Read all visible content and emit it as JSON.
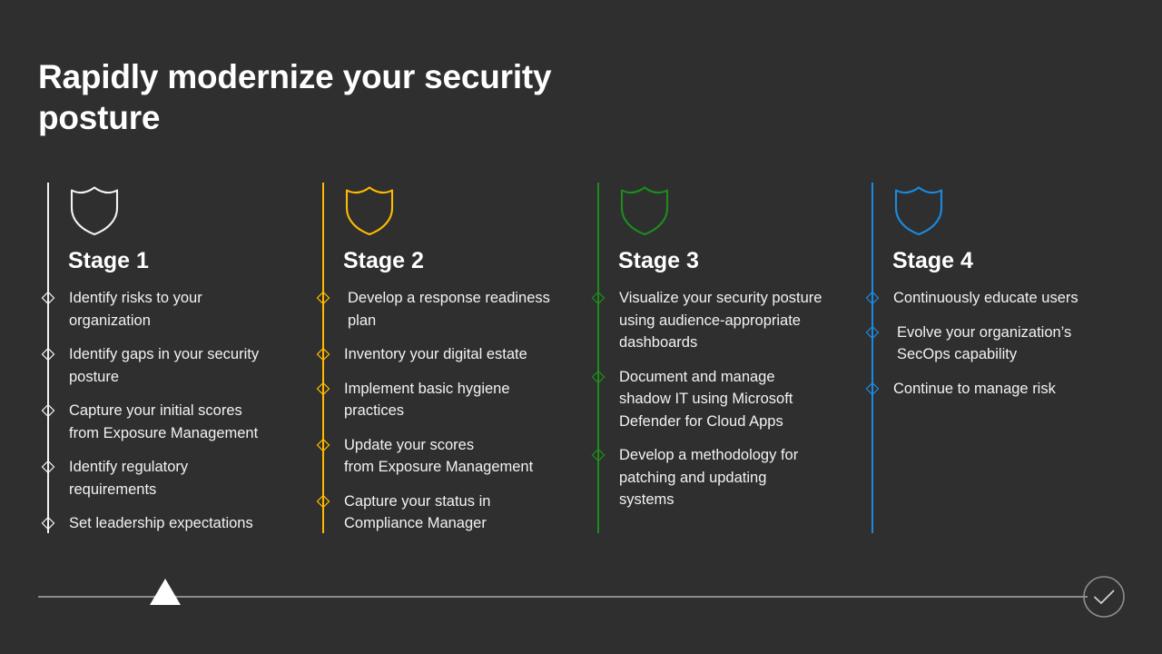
{
  "slide": {
    "title": "Rapidly modernize your security\nposture",
    "background_color": "#2f2f2f"
  },
  "stages": [
    {
      "heading": "Stage 1",
      "accent_color": "#f2f2f2",
      "icon": "shield-icon",
      "items": [
        {
          "text": "Identify risks to your\norganization",
          "indent": false
        },
        {
          "text": "Identify gaps in your security\nposture",
          "indent": false
        },
        {
          "text": "Capture your initial scores\nfrom Exposure Management",
          "indent": false
        },
        {
          "text": "Identify regulatory\nrequirements",
          "indent": false
        },
        {
          "text": "Set leadership expectations",
          "indent": false
        }
      ]
    },
    {
      "heading": "Stage 2",
      "accent_color": "#ffb900",
      "icon": "shield-icon",
      "items": [
        {
          "text": "Develop a response readiness\nplan",
          "indent": true
        },
        {
          "text": "Inventory your digital estate",
          "indent": false
        },
        {
          "text": "Implement basic hygiene\npractices",
          "indent": false
        },
        {
          "text": "Update your scores\nfrom Exposure Management",
          "indent": false
        },
        {
          "text": "Capture your status in\nCompliance Manager",
          "indent": false
        }
      ]
    },
    {
      "heading": "Stage 3",
      "accent_color": "#1d8c1d",
      "icon": "shield-icon",
      "items": [
        {
          "text": "Visualize your security posture\nusing audience-appropriate\ndashboards",
          "indent": false
        },
        {
          "text": "Document and manage\nshadow IT using Microsoft\nDefender for Cloud Apps",
          "indent": false
        },
        {
          "text": "Develop a methodology for\npatching and updating\nsystems",
          "indent": false
        }
      ]
    },
    {
      "heading": "Stage 4",
      "accent_color": "#1a8ae0",
      "icon": "shield-icon",
      "items": [
        {
          "text": "Continuously educate users",
          "indent": false
        },
        {
          "text": "Evolve your organization’s\nSecOps capability",
          "indent": true
        },
        {
          "text": "Continue to manage risk",
          "indent": false
        }
      ]
    }
  ],
  "progress": {
    "line_color": "#8c8c8c",
    "marker_icon": "triangle-marker-icon",
    "marker_color": "#ffffff",
    "end_icon": "check-circle-icon",
    "end_color": "#8c8c8c"
  }
}
